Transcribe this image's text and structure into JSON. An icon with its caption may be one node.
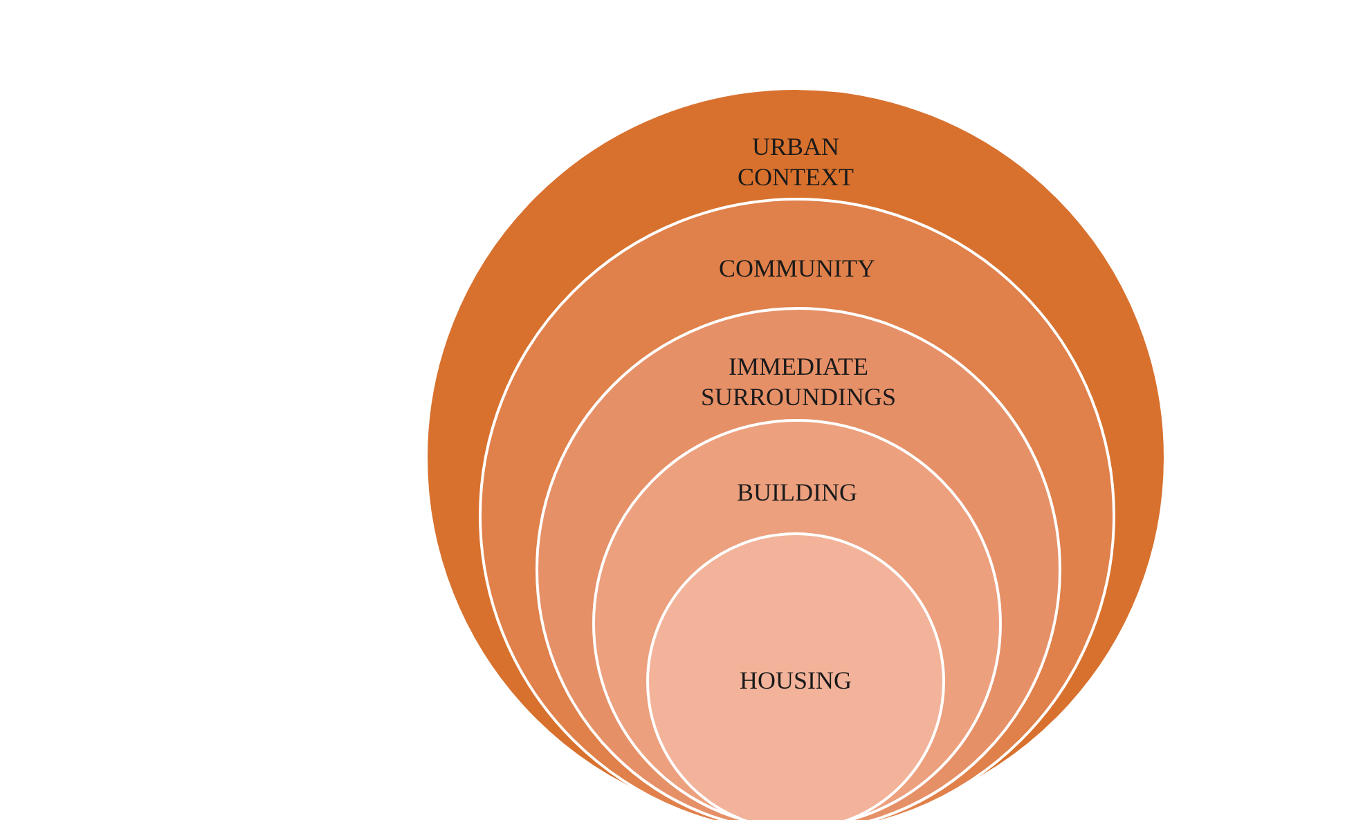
{
  "diagram": {
    "nodes": [
      {
        "text": [
          "URBAN CONTEXT"
        ]
      },
      {
        "text": [
          "COMMUNITY"
        ],
        "in": 0
      },
      {
        "text": [
          "IMMEDIATE SURROUNDINGS"
        ],
        "in": 1
      },
      {
        "text": [
          "BUILDING"
        ],
        "in": 2
      },
      {
        "text": [
          "HOUSING"
        ],
        "in": 3
      }
    ],
    "edges": []
  }
}
